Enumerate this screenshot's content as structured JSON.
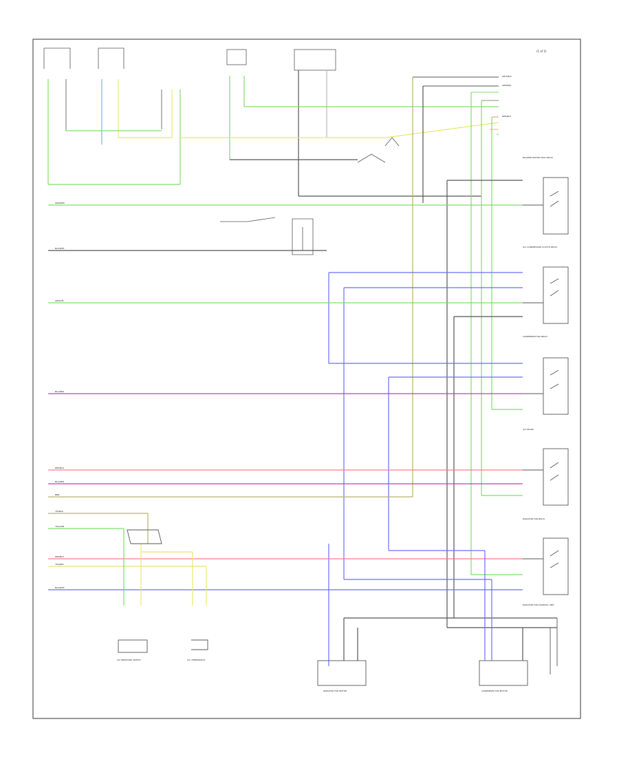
{
  "header": {
    "code": "(1 of 2)"
  },
  "footer": {
    "figure_id": ""
  },
  "colors": {
    "green": "#7fdc6c",
    "blue": "#6a6cff",
    "yellow": "#e8e86a",
    "red": "#ff7a88",
    "purple": "#b04aa0",
    "olive": "#b8b06a",
    "gray": "#444444",
    "darkgray": "#666666"
  },
  "left_wires": [
    {
      "label": "GRN/RED",
      "color": "green"
    },
    {
      "label": "BLK/WHT",
      "color": "gray"
    },
    {
      "label": "GRN/YEL",
      "color": "green"
    },
    {
      "label": "BLU/RED",
      "color": "purple"
    },
    {
      "label": "RED/BLU",
      "color": "red"
    },
    {
      "label": "BLU/RED",
      "color": "purple"
    },
    {
      "label": "BRN",
      "color": "olive"
    },
    {
      "label": "YEL/BLK",
      "color": "olive"
    },
    {
      "label": "YEL/GRN",
      "color": "green"
    },
    {
      "label": "RED/BLK",
      "color": "red"
    },
    {
      "label": "YEL/RED",
      "color": "yellow"
    },
    {
      "label": "BLU/WHT",
      "color": "blue"
    }
  ],
  "top_connector": {
    "labels": [
      "WHT/BLK",
      "GRN/BLK",
      "RED/BLK"
    ]
  },
  "right_components": [
    {
      "name": "BLOWER MOTOR HIGH RELAY"
    },
    {
      "name": "A/C COMPRESSOR CLUTCH RELAY"
    },
    {
      "name": "CONDENSER FAN RELAY"
    },
    {
      "name": "A/C DIODE"
    },
    {
      "name": "RADIATOR FAN RELAY"
    },
    {
      "name": "RADIATOR FAN CONTROL UNIT"
    }
  ],
  "bottom_components": [
    {
      "name": "RADIATOR FAN MOTOR"
    },
    {
      "name": "CONDENSER FAN MOTOR"
    },
    {
      "name": "A/C PRESSURE SWITCH"
    },
    {
      "name": "A/C THERMOSTAT"
    }
  ]
}
